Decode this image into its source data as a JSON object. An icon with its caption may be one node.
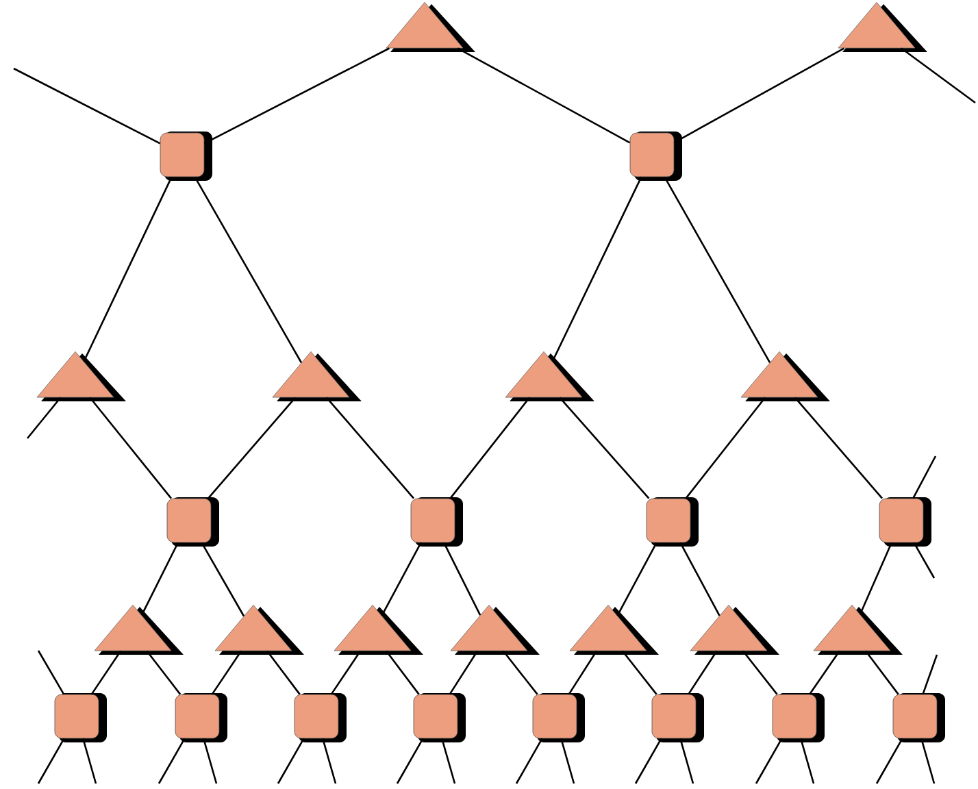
{
  "diagram": {
    "nodes": [
      {
        "text": [],
        "shape": "triangle"
      },
      {
        "text": [],
        "shape": "triangle"
      },
      {
        "text": [],
        "shape": "box"
      },
      {
        "text": [],
        "shape": "box"
      },
      {
        "text": [],
        "shape": "triangle"
      },
      {
        "text": [],
        "shape": "triangle"
      },
      {
        "text": [],
        "shape": "triangle"
      },
      {
        "text": [],
        "shape": "triangle"
      },
      {
        "text": [],
        "shape": "box"
      },
      {
        "text": [],
        "shape": "box"
      },
      {
        "text": [],
        "shape": "box"
      },
      {
        "text": [],
        "shape": "box"
      },
      {
        "text": [],
        "shape": "triangle"
      },
      {
        "text": [],
        "shape": "triangle"
      },
      {
        "text": [],
        "shape": "triangle"
      },
      {
        "text": [],
        "shape": "triangle"
      },
      {
        "text": [],
        "shape": "triangle"
      },
      {
        "text": [],
        "shape": "triangle"
      },
      {
        "text": [],
        "shape": "triangle"
      },
      {
        "text": [],
        "shape": "box"
      },
      {
        "text": [],
        "shape": "box"
      },
      {
        "text": [],
        "shape": "box"
      },
      {
        "text": [],
        "shape": "box"
      },
      {
        "text": [],
        "shape": "box"
      },
      {
        "text": [],
        "shape": "box"
      },
      {
        "text": [],
        "shape": "box"
      },
      {
        "text": [],
        "shape": "box"
      }
    ],
    "edges": [
      {
        "from": null,
        "to": 2,
        "arrow": "none"
      },
      {
        "from": 0,
        "to": 2,
        "arrow": "none"
      },
      {
        "from": 0,
        "to": 3,
        "arrow": "none"
      },
      {
        "from": 1,
        "to": 3,
        "arrow": "none"
      },
      {
        "from": 1,
        "to": null,
        "arrow": "none"
      },
      {
        "from": 2,
        "to": 4,
        "arrow": "none"
      },
      {
        "from": 2,
        "to": 5,
        "arrow": "none"
      },
      {
        "from": 3,
        "to": 6,
        "arrow": "none"
      },
      {
        "from": 3,
        "to": 7,
        "arrow": "none"
      },
      {
        "from": 4,
        "to": null,
        "arrow": "none"
      },
      {
        "from": 4,
        "to": 8,
        "arrow": "none"
      },
      {
        "from": 5,
        "to": 8,
        "arrow": "none"
      },
      {
        "from": 5,
        "to": 9,
        "arrow": "none"
      },
      {
        "from": 6,
        "to": 9,
        "arrow": "none"
      },
      {
        "from": 6,
        "to": 10,
        "arrow": "none"
      },
      {
        "from": 7,
        "to": 10,
        "arrow": "none"
      },
      {
        "from": 7,
        "to": 11,
        "arrow": "none"
      },
      {
        "from": null,
        "to": 11,
        "arrow": "none"
      },
      {
        "from": 8,
        "to": 12,
        "arrow": "none"
      },
      {
        "from": 8,
        "to": 13,
        "arrow": "none"
      },
      {
        "from": 9,
        "to": 14,
        "arrow": "none"
      },
      {
        "from": 9,
        "to": 15,
        "arrow": "none"
      },
      {
        "from": 10,
        "to": 16,
        "arrow": "none"
      },
      {
        "from": 10,
        "to": 17,
        "arrow": "none"
      },
      {
        "from": 11,
        "to": 18,
        "arrow": "none"
      },
      {
        "from": 11,
        "to": null,
        "arrow": "none"
      },
      {
        "from": null,
        "to": 19,
        "arrow": "none"
      },
      {
        "from": 12,
        "to": 19,
        "arrow": "none"
      },
      {
        "from": 12,
        "to": 20,
        "arrow": "none"
      },
      {
        "from": 13,
        "to": 20,
        "arrow": "none"
      },
      {
        "from": 13,
        "to": 21,
        "arrow": "none"
      },
      {
        "from": 14,
        "to": 21,
        "arrow": "none"
      },
      {
        "from": 14,
        "to": 22,
        "arrow": "none"
      },
      {
        "from": 15,
        "to": 22,
        "arrow": "none"
      },
      {
        "from": 15,
        "to": 23,
        "arrow": "none"
      },
      {
        "from": 16,
        "to": 23,
        "arrow": "none"
      },
      {
        "from": 16,
        "to": 24,
        "arrow": "none"
      },
      {
        "from": 17,
        "to": 24,
        "arrow": "none"
      },
      {
        "from": 17,
        "to": 25,
        "arrow": "none"
      },
      {
        "from": 18,
        "to": 25,
        "arrow": "none"
      },
      {
        "from": 18,
        "to": 26,
        "arrow": "none"
      },
      {
        "from": null,
        "to": 26,
        "arrow": "none"
      },
      {
        "from": 19,
        "to": null,
        "arrow": "none"
      },
      {
        "from": 19,
        "to": null,
        "arrow": "none"
      },
      {
        "from": 20,
        "to": null,
        "arrow": "none"
      },
      {
        "from": 20,
        "to": null,
        "arrow": "none"
      },
      {
        "from": 21,
        "to": null,
        "arrow": "none"
      },
      {
        "from": 21,
        "to": null,
        "arrow": "none"
      },
      {
        "from": 22,
        "to": null,
        "arrow": "none"
      },
      {
        "from": 22,
        "to": null,
        "arrow": "none"
      },
      {
        "from": 23,
        "to": null,
        "arrow": "none"
      },
      {
        "from": 23,
        "to": null,
        "arrow": "none"
      },
      {
        "from": 24,
        "to": null,
        "arrow": "none"
      },
      {
        "from": 24,
        "to": null,
        "arrow": "none"
      },
      {
        "from": 25,
        "to": null,
        "arrow": "none"
      },
      {
        "from": 25,
        "to": null,
        "arrow": "none"
      },
      {
        "from": 26,
        "to": null,
        "arrow": "none"
      },
      {
        "from": 26,
        "to": null,
        "arrow": "none"
      }
    ]
  }
}
